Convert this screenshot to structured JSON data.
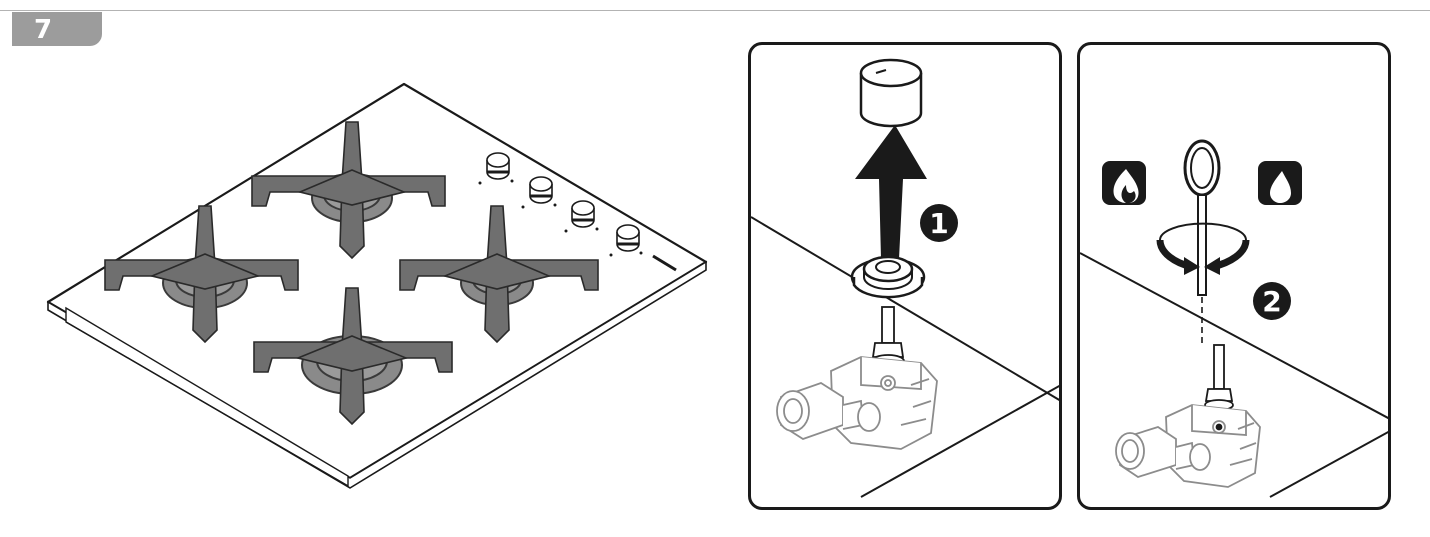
{
  "step": {
    "number": "7"
  },
  "callouts": {
    "panel1": "1",
    "panel2": "2"
  },
  "colors": {
    "tab": "#9c9c9c",
    "line": "#1a1a1a",
    "grate": "#6f6f6f",
    "burner": "#8a8a8a",
    "icon_bg": "#1a1a1a"
  },
  "icons": {
    "flame_full": "large-flame-icon",
    "flame_small": "small-flame-icon"
  }
}
